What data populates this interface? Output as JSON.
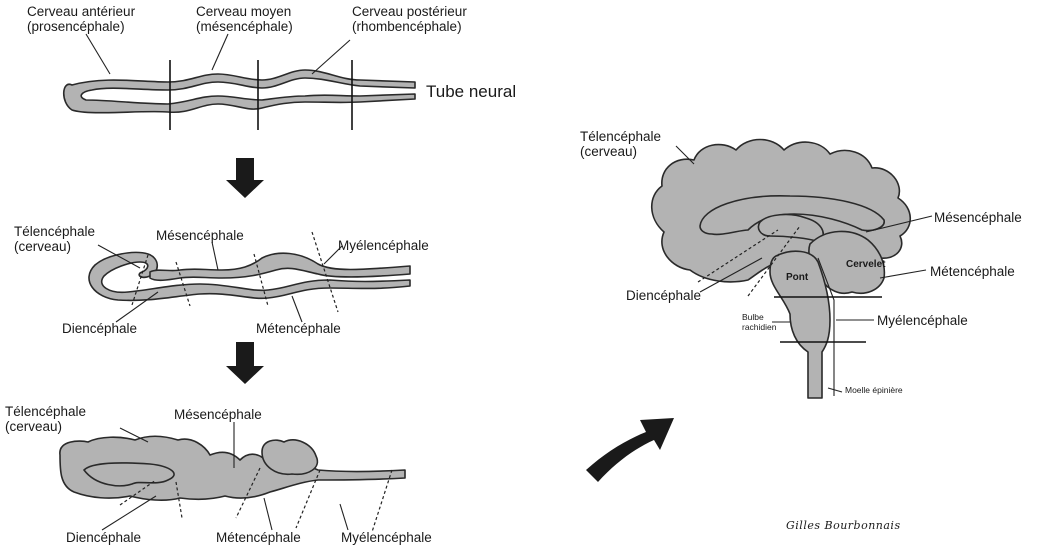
{
  "stage1": {
    "forebrain": {
      "line1": "Cerveau antérieur",
      "line2": "(prosencéphale)"
    },
    "midbrain": {
      "line1": "Cerveau moyen",
      "line2": "(mésencéphale)"
    },
    "hindbrain": {
      "line1": "Cerveau postérieur",
      "line2": "(rhombencéphale)"
    },
    "neural_tube": "Tube neural"
  },
  "stage2": {
    "telencephalon": {
      "line1": "Télencéphale",
      "line2": "(cerveau)"
    },
    "mesencephalon": "Mésencéphale",
    "myelencephalon": "Myélencéphale",
    "diencephalon": "Diencéphale",
    "metencephalon": "Métencéphale"
  },
  "stage3": {
    "telencephalon": {
      "line1": "Télencéphale",
      "line2": "(cerveau)"
    },
    "mesencephalon": "Mésencéphale",
    "diencephalon": "Diencéphale",
    "metencephalon": "Métencéphale",
    "myelencephalon": "Myélencéphale"
  },
  "adult": {
    "telencephalon": {
      "line1": "Télencéphale",
      "line2": "(cerveau)"
    },
    "mesencephalon": "Mésencéphale",
    "cerebellum": "Cervelet",
    "metencephalon": "Métencéphale",
    "pons": "Pont",
    "diencephalon": "Diencéphale",
    "medulla": {
      "line1": "Bulbe",
      "line2": "rachidien"
    },
    "myelencephalon": "Myélencéphale",
    "spinal_cord": "Moelle épinière"
  },
  "signature": "Gilles Bourbonnais",
  "colors": {
    "tissue": "#b3b3b3",
    "outline": "#2a2a2a",
    "arrow": "#1a1a1a"
  }
}
